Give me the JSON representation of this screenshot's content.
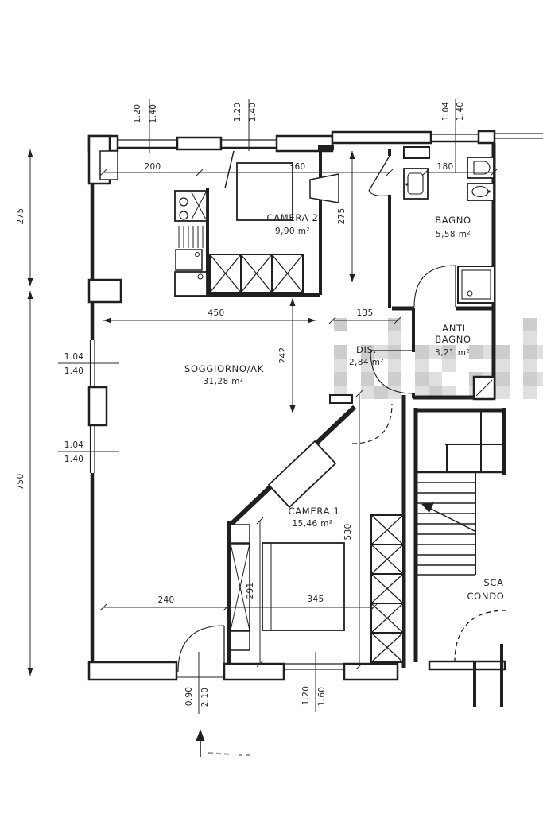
{
  "watermark": {
    "text": "idea",
    "color": "#c4c4c4"
  },
  "colors": {
    "line": "#202020",
    "dim_text": "#262626",
    "background": "#ffffff"
  },
  "rooms": {
    "camera2": {
      "name": "CAMERA 2",
      "area": "9,90 m²"
    },
    "bagno": {
      "name": "BAGNO",
      "area": "5,58 m²"
    },
    "soggiorno": {
      "name": "SOGGIORNO/AK",
      "area": "31,28 m²"
    },
    "dis": {
      "name": "DIS.",
      "area": "2,84 m²"
    },
    "antibagno": {
      "name1": "ANTI",
      "name2": "BAGNO",
      "area": "3,21 m²"
    },
    "camera1": {
      "name": "CAMERA 1",
      "area": "15,46 m²"
    },
    "scala": {
      "line1": "SCA",
      "line2": "CONDO"
    }
  },
  "dims": {
    "left_275": "275",
    "left_750": "750",
    "top_200": "200",
    "top_360": "360",
    "top_180": "180",
    "mid_450": "450",
    "mid_135": "135",
    "v_242": "242",
    "v_275": "275",
    "v_530": "530",
    "v_291": "291",
    "bot_240": "240",
    "bot_345": "345",
    "w1a": "1.20",
    "w1b": "1.40",
    "w2a": "1.20",
    "w2b": "1.40",
    "w3a": "1.04",
    "w3b": "1.40",
    "l1a": "1.04",
    "l1b": "1.40",
    "l2a": "1.04",
    "l2b": "1.40",
    "b1a": "0.90",
    "b1b": "2.10",
    "b2a": "1.20",
    "b2b": "1.60"
  }
}
